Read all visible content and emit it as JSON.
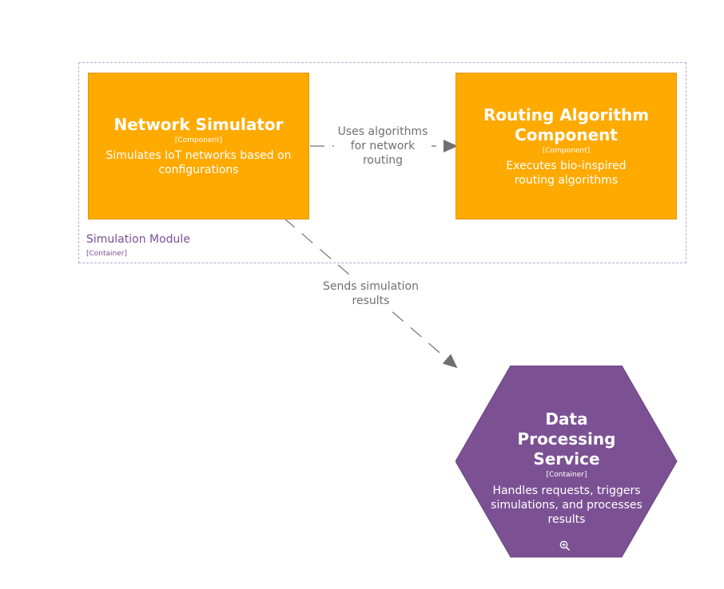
{
  "boundary": {
    "label": "Simulation Module",
    "type": "[Container]"
  },
  "components": {
    "network_simulator": {
      "title": "Network Simulator",
      "type": "[Component]",
      "description": "Simulates IoT networks based on configurations"
    },
    "routing_algorithm": {
      "title": "Routing Algorithm Component",
      "type": "[Component]",
      "description": "Executes bio-inspired routing algorithms"
    }
  },
  "container": {
    "title": "Data Processing Service",
    "type": "[Container]",
    "description": "Handles requests, triggers simulations, and processes results",
    "icon": "zoom-in-icon"
  },
  "relationships": {
    "uses": {
      "label": "Uses algorithms for network routing"
    },
    "sends": {
      "label": "Sends simulation results"
    }
  },
  "colors": {
    "component": "#ffaa00",
    "container": "#7b5194",
    "boundary": "#b9a6cc",
    "edge": "#707070",
    "text": "#ffffff"
  }
}
